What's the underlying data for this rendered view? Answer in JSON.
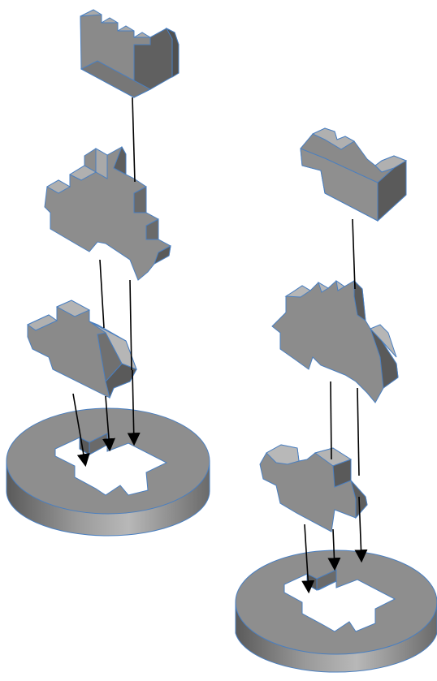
{
  "diagram": {
    "colors": {
      "background": "#ffffff",
      "face_top": "#a9a9a9",
      "face_front": "#7a7a7a",
      "face_side": "#555555",
      "edge": "#4a7fc0",
      "arrow": "#000000",
      "hole": "#ffffff"
    },
    "assemblies": [
      {
        "name": "assembly-left",
        "pieces": [
          "block-top",
          "block-middle",
          "block-bottom"
        ],
        "base": "ring-base-with-cross-hole"
      },
      {
        "name": "assembly-right",
        "pieces": [
          "block-top",
          "block-middle",
          "block-bottom"
        ],
        "base": "ring-base-with-cross-hole"
      }
    ]
  }
}
